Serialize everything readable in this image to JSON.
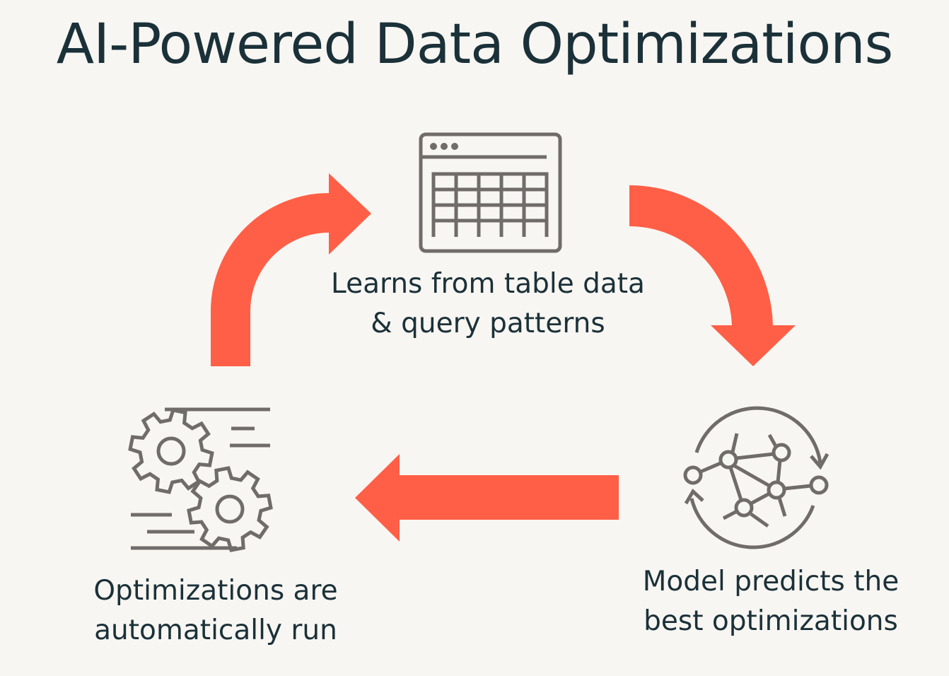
{
  "title": "AI-Powered Data Optimizations",
  "steps": [
    {
      "line1": "Learns from table data",
      "line2": "& query patterns",
      "icon": "table-icon"
    },
    {
      "line1": "Model predicts the",
      "line2": "best optimizations",
      "icon": "network-cycle-icon"
    },
    {
      "line1": "Optimizations are",
      "line2": "automatically run",
      "icon": "gears-icon"
    }
  ],
  "colors": {
    "arrow": "#ff5f46",
    "icon": "#6f6c6a",
    "text": "#1b3139",
    "background": "#f8f6f2"
  }
}
